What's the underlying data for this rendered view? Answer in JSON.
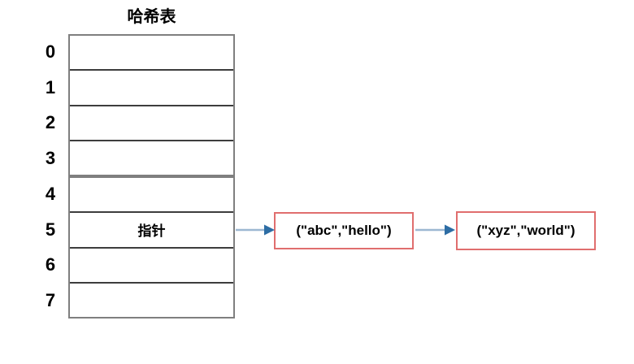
{
  "diagram": {
    "title": "哈希表",
    "hash_table": {
      "index_labels": [
        "0",
        "1",
        "2",
        "3",
        "4",
        "5",
        "6",
        "7"
      ],
      "cells": [
        "",
        "",
        "",
        "",
        "",
        "指针",
        "",
        ""
      ],
      "pointer_row_index": 5
    },
    "nodes": [
      {
        "label": "(\"abc\",\"hello\")"
      },
      {
        "label": "(\"xyz\",\"world\")"
      }
    ],
    "colors": {
      "table_outer_border": "#7f7f7f",
      "table_divider": "#3d3d3d",
      "node_border": "#e06e6e",
      "arrow_line": "#9db8d2",
      "arrow_head": "#2d6da4"
    }
  }
}
